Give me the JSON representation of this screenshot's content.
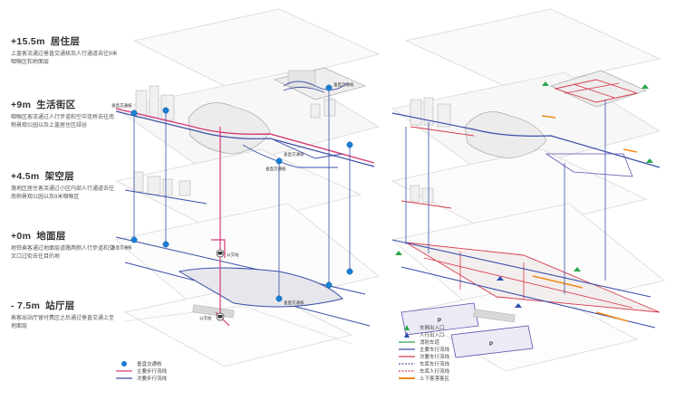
{
  "levels": [
    {
      "elevation": "+15.5m",
      "name": "居住层",
      "description": "上盖客流通过垂直交通核及人行通道去往9米咽喉区和地面层"
    },
    {
      "elevation": "+9m",
      "name": "生活街区",
      "description": "咽喉区客流通过人行步道和空中连桥去往南侧景观公园以及上盖居住区绿谷"
    },
    {
      "elevation": "+4.5m",
      "name": "架空层",
      "description": "落地区居住客流通过小区内部人行通道去往南侧景观公园以及9米咽喉区"
    },
    {
      "elevation": "+0m",
      "name": "地面层",
      "description": "地铁乘客通过地面层道路两侧人行步道和交叉口过街去往目的地"
    },
    {
      "elevation": "- 7.5m",
      "name": "站厅层",
      "description": "乘客出站厅留付费区之后通过垂直交通上至地面层"
    }
  ],
  "diagram_left": {
    "labels": {
      "core_top": "垂直交通核",
      "core_mid1": "垂直交通核",
      "core_mid2": "垂直交通核",
      "core_mid3": "垂直交通核",
      "core_ground1": "垂直交通核",
      "core_ground2": "垂直交通核",
      "bus_station1": "公交站",
      "bus_station2": "公交站"
    },
    "legend": [
      {
        "symbol": "circle",
        "color": "#1a7fd4",
        "label": "垂直交通核"
      },
      {
        "symbol": "line",
        "color": "#d63a7a",
        "label": "主要步行流线"
      },
      {
        "symbol": "line",
        "color": "#3a4fa8",
        "label": "次要步行流线"
      }
    ]
  },
  "diagram_right": {
    "parking_label": "P",
    "legend": [
      {
        "symbol": "triangle",
        "color": "#2aa84a",
        "label": "车辆出入口"
      },
      {
        "symbol": "triangle",
        "color": "#2a4fb0",
        "label": "人行出入口"
      },
      {
        "symbol": "line",
        "color": "#2aa84a",
        "label": "消防车道"
      },
      {
        "symbol": "line",
        "color": "#3a4fa8",
        "label": "主要车行流线"
      },
      {
        "symbol": "line",
        "color": "#d63a4a",
        "label": "次要车行流线"
      },
      {
        "symbol": "dash",
        "color": "#6a4fb0",
        "label": "车库车行流线"
      },
      {
        "symbol": "dash",
        "color": "#d63a4a",
        "label": "车库人行流线"
      },
      {
        "symbol": "line",
        "color": "#f08a1a",
        "label": "上下客落客区"
      }
    ]
  }
}
